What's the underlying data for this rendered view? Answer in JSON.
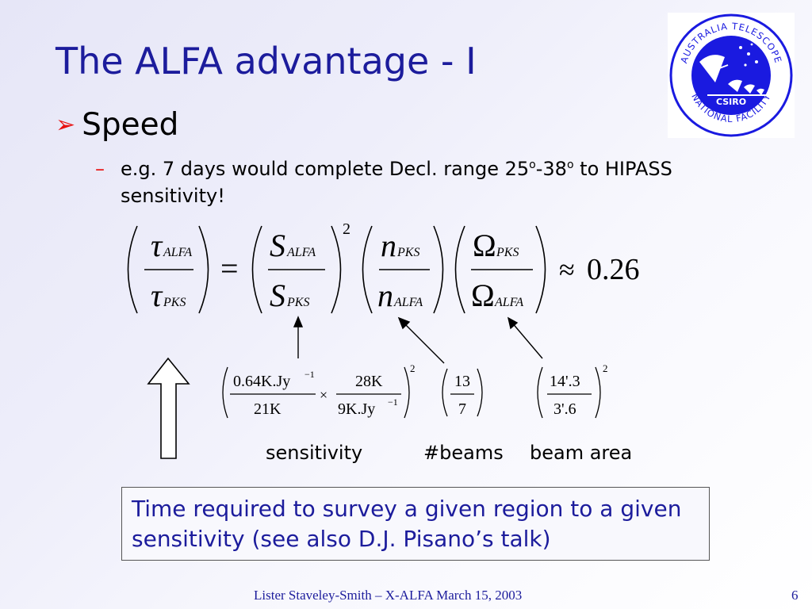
{
  "slide": {
    "title": "The ALFA advantage - I",
    "bullet1": "Speed",
    "bullet2": {
      "part1": "e.g. 7 days would complete Decl. range 25",
      "sup1": "o",
      "part2": "-38",
      "sup2": "o",
      "part3": " to HIPASS sensitivity!"
    }
  },
  "logo": {
    "ring_top": "AUSTRALIA TELESCOPE",
    "ring_bottom": "NATIONAL FACILITY",
    "center": "CSIRO",
    "color": "#1a1ae0"
  },
  "equation": {
    "tau": "τ",
    "S": "S",
    "n": "n",
    "omega": "Ω",
    "sub_alfa": "ALFA",
    "sub_pks": "PKS",
    "equals": "=",
    "exp": "2",
    "approx": "≈",
    "result": "0.26"
  },
  "factors": {
    "sens_num_left": "0.64K.Jy",
    "sens_num_left_exp": "−1",
    "sens_den_left": "21K",
    "times": "×",
    "sens_num_right": "28K",
    "sens_den_right": "9K.Jy",
    "sens_den_right_exp": "−1",
    "sens_exp": "2",
    "beams_num": "13",
    "beams_den": "7",
    "area_num": "14'.3",
    "area_den": "3'.6",
    "area_exp": "2"
  },
  "labels": {
    "sensitivity": "sensitivity",
    "beams": "#beams",
    "beam_area": "beam area"
  },
  "note": "Time required to survey a given region to a given sensitivity (see also D.J. Pisano’s talk)",
  "footer": {
    "text": "Lister Staveley-Smith – X-ALFA March 15, 2003",
    "page": "6"
  },
  "colors": {
    "title": "#1c1c9c",
    "bullet_marker": "#e81010",
    "logo": "#1a1ae0"
  }
}
